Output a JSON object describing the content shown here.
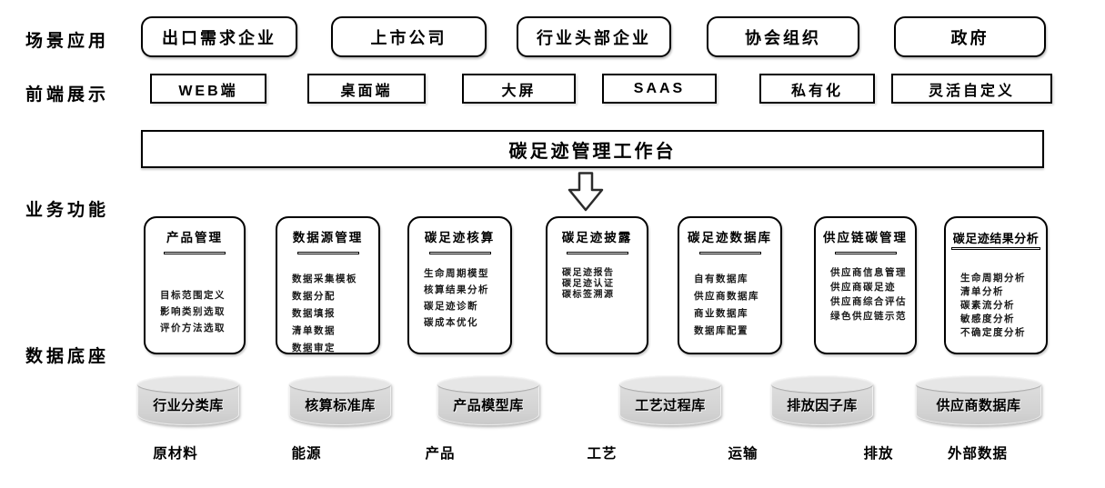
{
  "row_labels": {
    "scenario": "场景应用",
    "frontend": "前端展示",
    "business": "业务功能",
    "data_base": "数据底座"
  },
  "scenario_boxes": [
    "出口需求企业",
    "上市公司",
    "行业头部企业",
    "协会组织",
    "政府"
  ],
  "frontend_boxes": [
    "WEB端",
    "桌面端",
    "大屏",
    "SAAS",
    "私有化",
    "灵活自定义"
  ],
  "workbench": {
    "title": "碳足迹管理工作台"
  },
  "function_modules": [
    {
      "title": "产品管理",
      "items": [
        "目标范围定义",
        "影响类别选取",
        "评价方法选取"
      ]
    },
    {
      "title": "数据源管理",
      "items": [
        "数据采集模板",
        "数据分配",
        "数据填报",
        "清单数据",
        "数据审定"
      ]
    },
    {
      "title": "碳足迹核算",
      "items": [
        "生命周期模型",
        "核算结果分析",
        "碳足迹诊断",
        "碳成本优化"
      ]
    },
    {
      "title": "碳足迹披露",
      "items": [
        "碳足迹报告",
        "碳足迹认证",
        "碳标签溯源"
      ]
    },
    {
      "title": "碳足迹数据库",
      "items": [
        "自有数据库",
        "供应商数据库",
        "商业数据库",
        "数据库配置"
      ]
    },
    {
      "title": "供应链碳管理",
      "items": [
        "供应商信息管理",
        "供应商碳足迹",
        "供应商综合评估",
        "绿色供应链示范"
      ]
    },
    {
      "title": "碳足迹结果分析",
      "items": [
        "生命周期分析",
        "清单分析",
        "碳素流分析",
        "敏感度分析",
        "不确定度分析"
      ]
    }
  ],
  "databases": [
    "行业分类库",
    "核算标准库",
    "产品模型库",
    "工艺过程库",
    "排放因子库",
    "供应商数据库"
  ],
  "data_categories": [
    "原材料",
    "能源",
    "产品",
    "工艺",
    "运输",
    "排放",
    "外部数据"
  ],
  "colors": {
    "line": "#000000",
    "cylinder_fill": "#d6d6d6",
    "cylinder_top": "#e6e6e6",
    "background": "#ffffff"
  }
}
